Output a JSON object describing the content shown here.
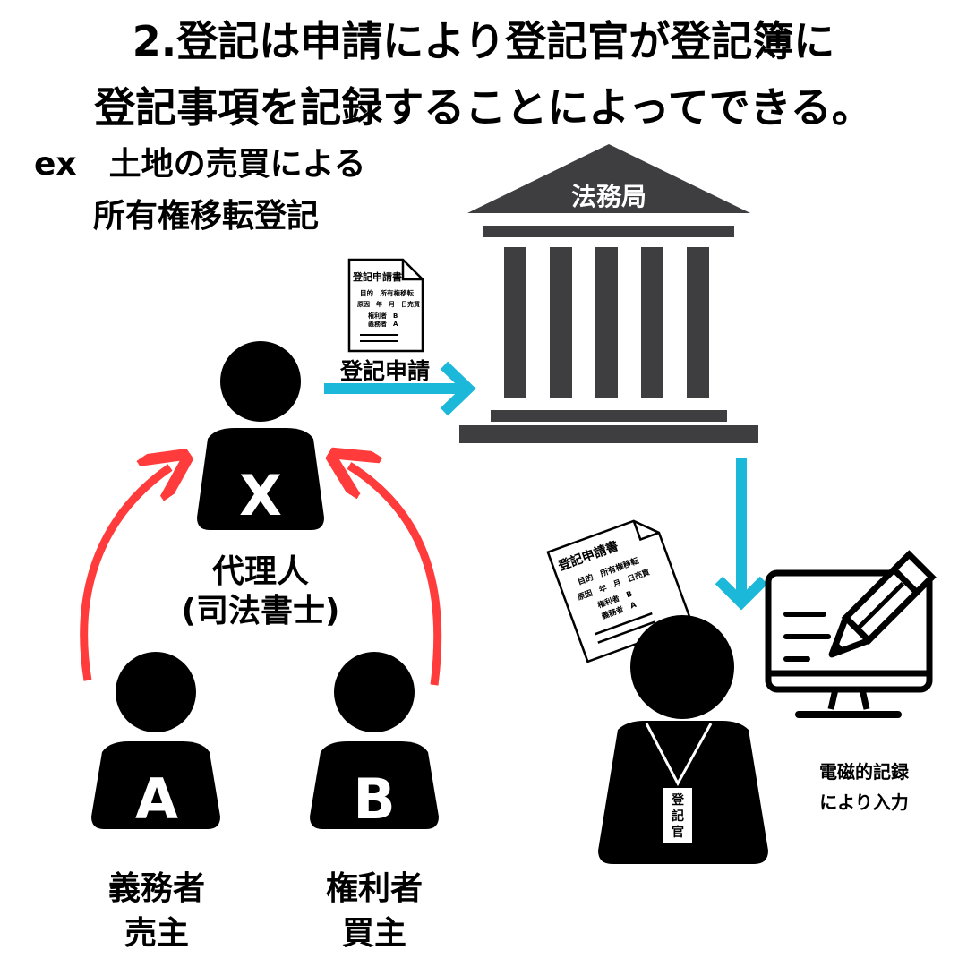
{
  "title": {
    "line1": "2.登記は申請により登記官が登記簿に",
    "line2": "登記事項を記録することによってできる。"
  },
  "example": {
    "line1": "ex　土地の売買による",
    "line2": "所有権移転登記"
  },
  "office": {
    "label": "法務局"
  },
  "document": {
    "title": "登記申請書",
    "purpose": "目的　所有権移転",
    "cause": "原因　年　月　日売買",
    "right_holder": "権利者　B",
    "obligor": "義務者　A"
  },
  "arrow_label": "登記申請",
  "agent": {
    "letter": "X",
    "label_line1": "代理人",
    "label_line2": "(司法書士)"
  },
  "person_a": {
    "letter": "A",
    "label_line1": "義務者",
    "label_line2": "売主"
  },
  "person_b": {
    "letter": "B",
    "label_line1": "権利者",
    "label_line2": "買主"
  },
  "registrar": {
    "badge_chars": [
      "登",
      "記",
      "官"
    ]
  },
  "computer_note": {
    "line1": "電磁的記録",
    "line2": "により入力"
  },
  "colors": {
    "blue_arrow": "#1bb8d9",
    "red_arrow": "#ff3b3b",
    "building": "#3e3e40",
    "figure": "#000000"
  }
}
